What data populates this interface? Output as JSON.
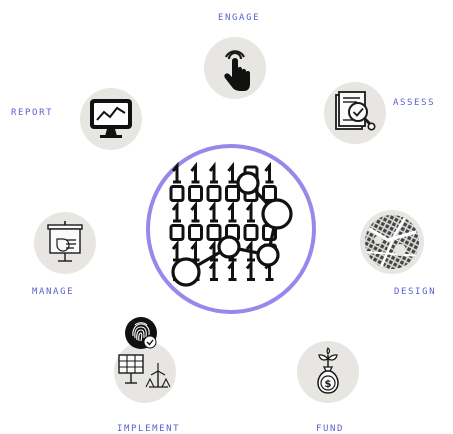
{
  "stages": {
    "engage": "ENGAGE",
    "assess": "ASSESS",
    "design": "DESIGN",
    "fund": "FUND",
    "implement": "IMPLEMENT",
    "manage": "MANAGE",
    "report": "REPORT"
  },
  "icons": {
    "center": "binary-data-graph-icon",
    "engage": "touch-hand-icon",
    "assess": "document-checklist-search-icon",
    "design": "city-map-icon",
    "fund": "money-bag-plant-icon",
    "implement": "solar-panel-wind-turbine-icon",
    "manage": "presentation-board-icon",
    "report": "monitor-chart-icon",
    "badge": "fingerprint-verified-icon"
  },
  "colors": {
    "label": "#5a5fd0",
    "hub_ring": "#9b86ea",
    "node_fill": "#e7e6e2",
    "icon": "#1a1a1a"
  }
}
